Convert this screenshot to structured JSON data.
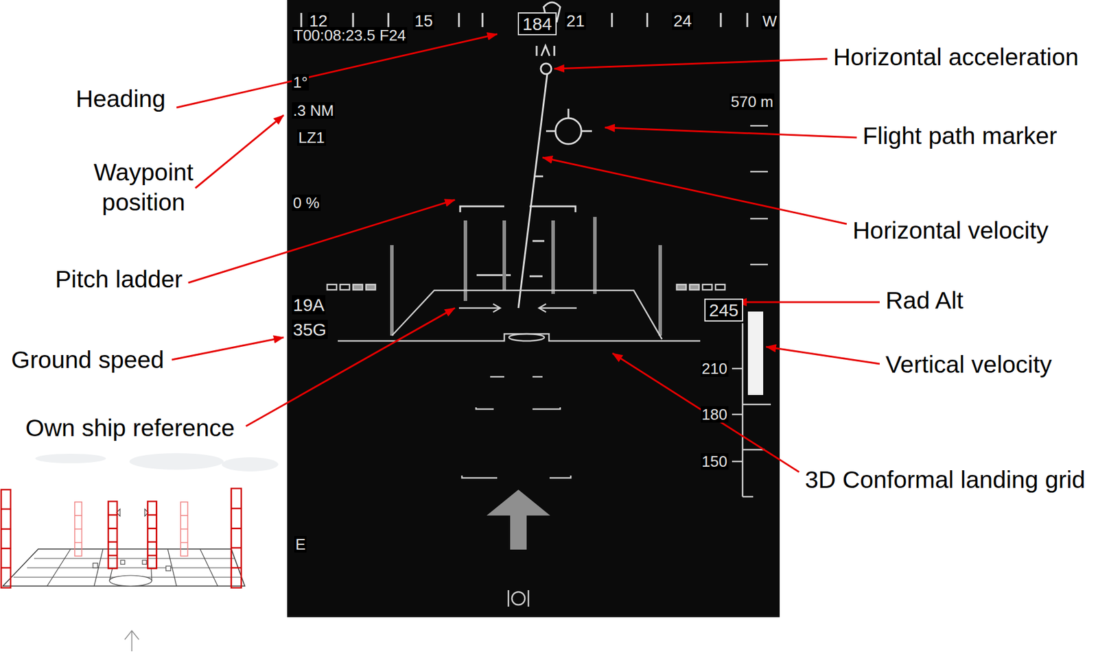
{
  "diagram": {
    "nodes": [
      {
        "text": [
          "184"
        ]
      },
      {
        "text": [
          "245"
        ]
      }
    ],
    "labels": [
      "Heading",
      "Waypoint position",
      "Pitch ladder",
      "Ground speed",
      "Own ship reference",
      "Horizontal acceleration",
      "Flight path marker",
      "Horizontal velocity",
      "Rad Alt",
      "Vertical velocity",
      "3D Conformal landing grid",
      "12",
      "15",
      "21",
      "24",
      "W",
      "T00:08:23.5 F24",
      "1°",
      ".3 NM",
      "LZ1",
      "0 %",
      "19A",
      "35G",
      "570 m",
      "210",
      "180",
      "150",
      "E"
    ]
  }
}
